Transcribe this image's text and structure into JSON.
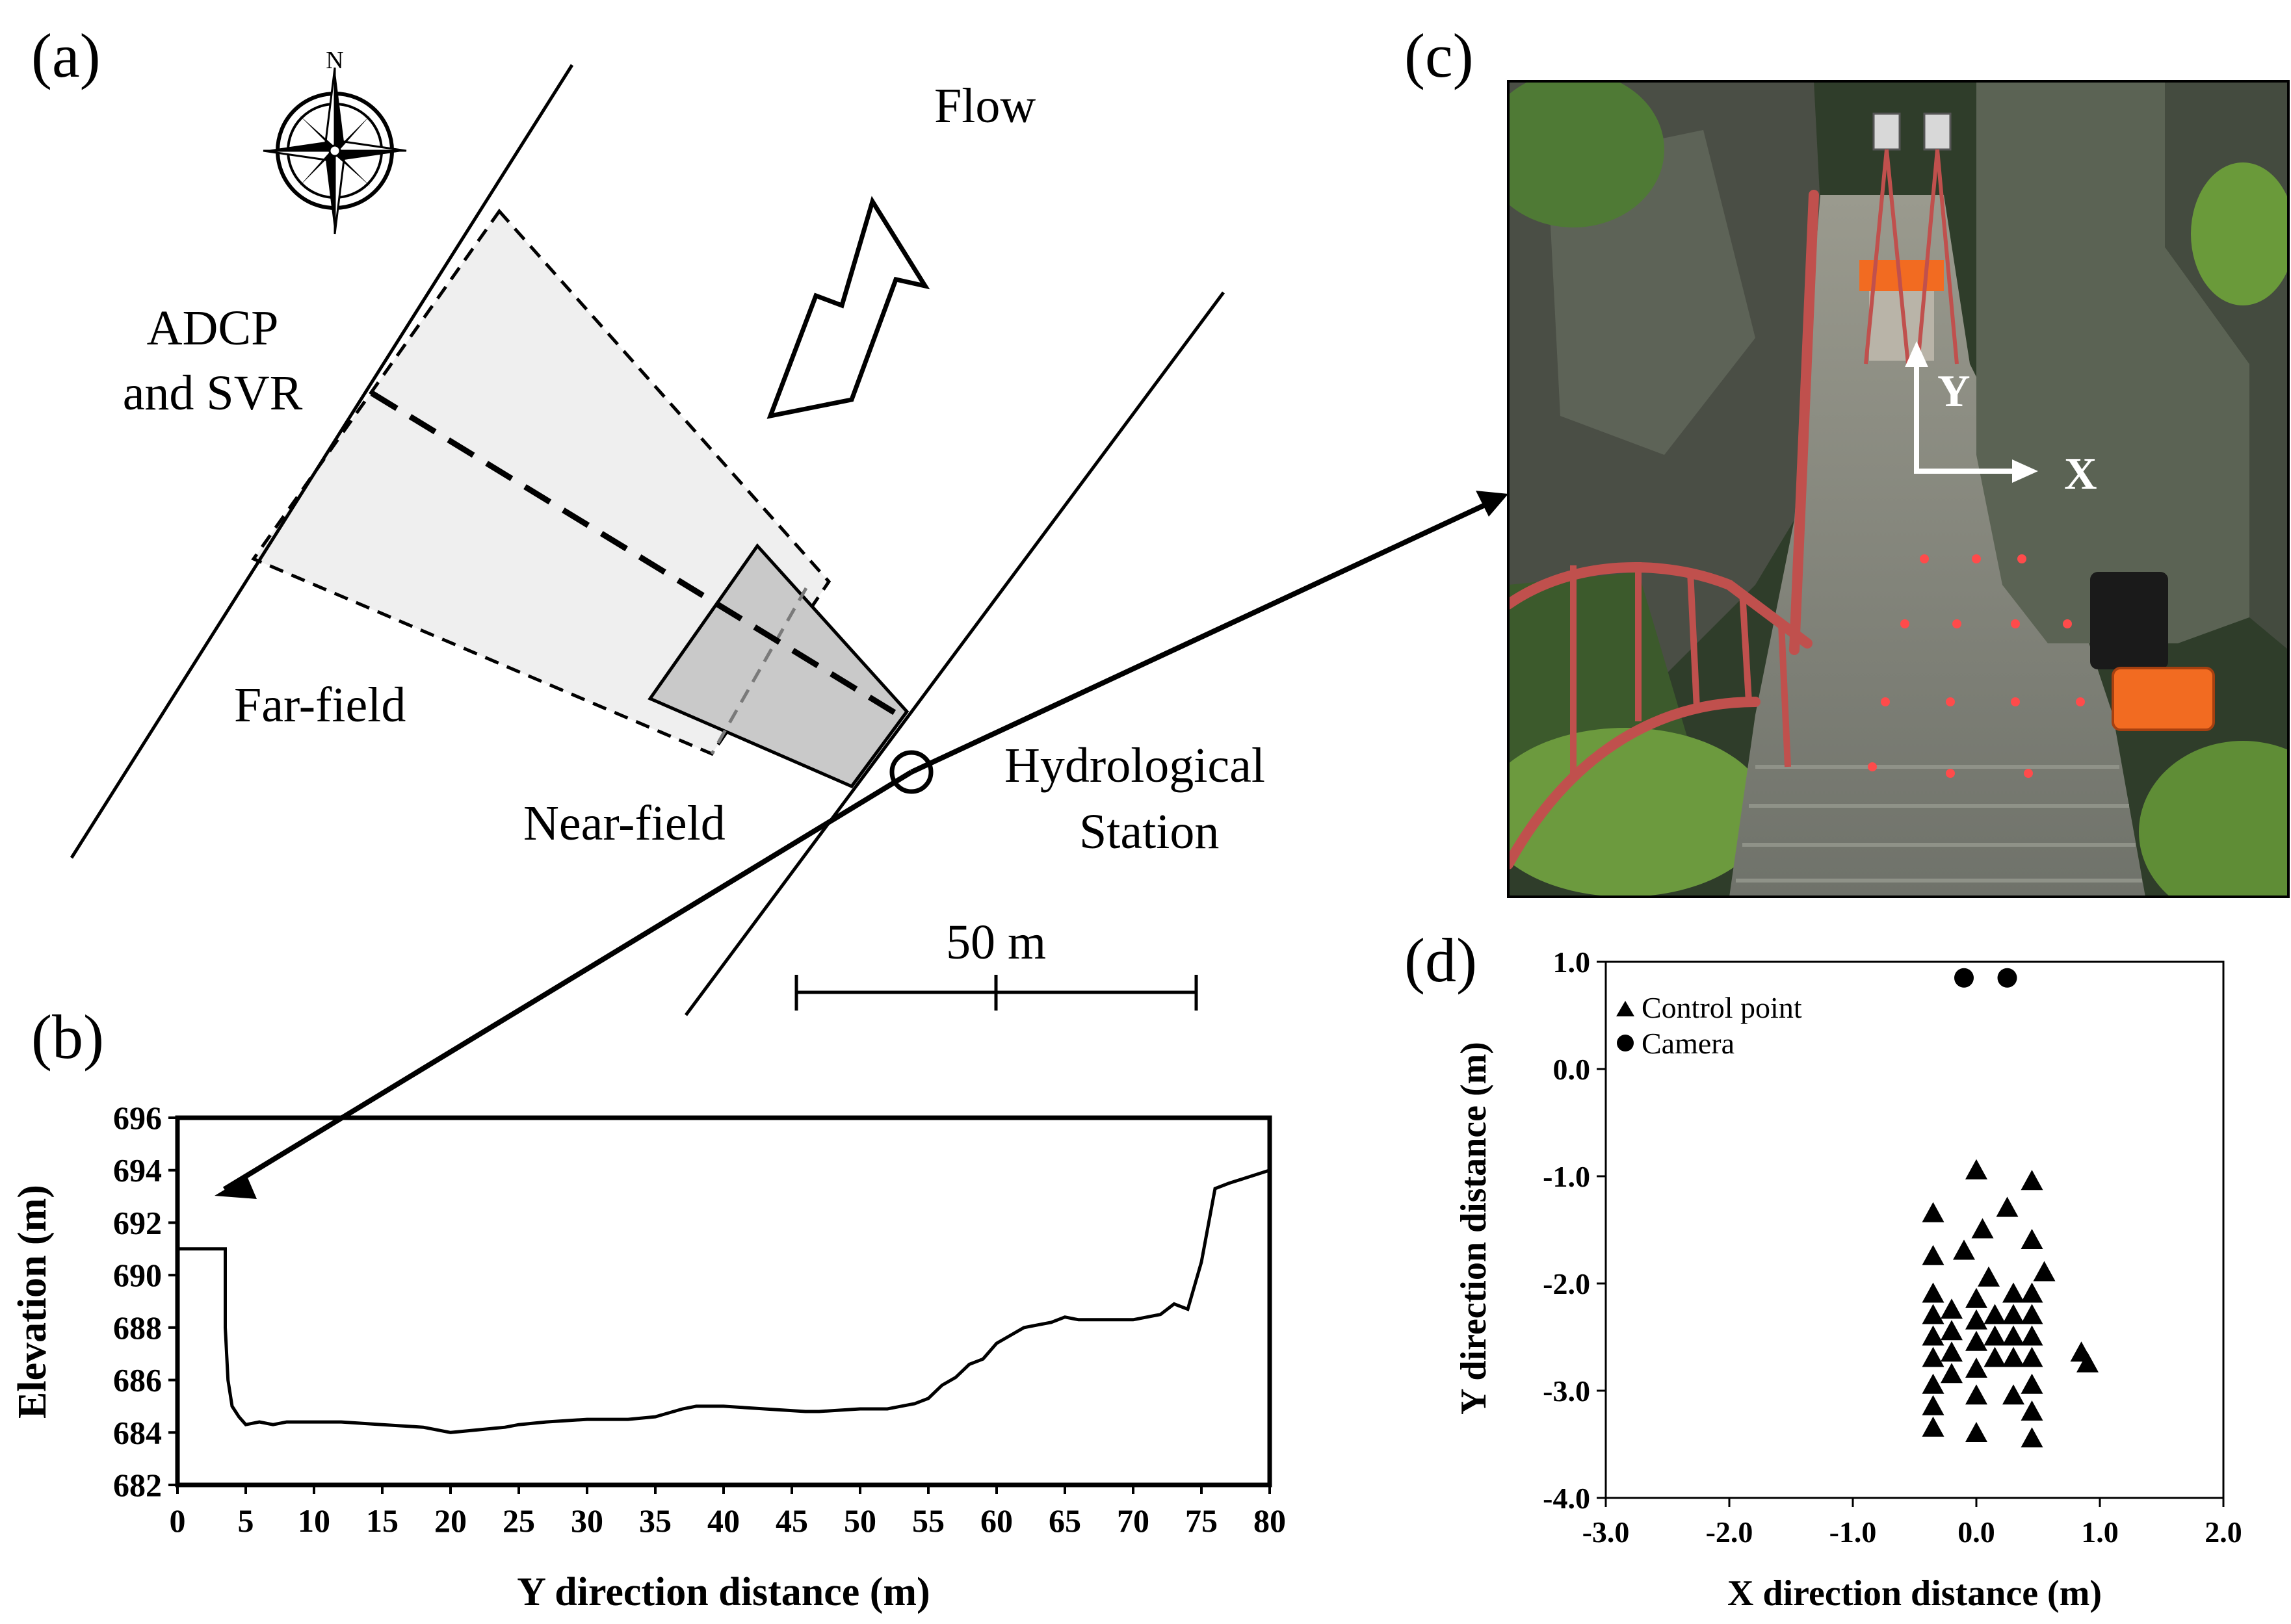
{
  "panels": {
    "a": {
      "label": "(a)",
      "compass": "N",
      "flow": "Flow",
      "adcp_line1": "ADCP",
      "adcp_line2": "and SVR",
      "far_field": "Far-field",
      "near_field": "Near-field",
      "station_line1": "Hydrological",
      "station_line2": "Station",
      "scale": "50 m"
    },
    "b": {
      "label": "(b)"
    },
    "c": {
      "label": "(c)",
      "axis_x": "X",
      "axis_y": "Y"
    },
    "d": {
      "label": "(d)"
    }
  },
  "colors": {
    "far_field_fill": "#efefef",
    "near_field_fill": "#c9c9c9",
    "rail": "#c0504d",
    "case": "#f26b21"
  },
  "chart_data": [
    {
      "type": "line",
      "xlabel": "Y direction distance (m)",
      "ylabel": "Elevation (m)",
      "xlim": [
        0,
        80
      ],
      "ylim": [
        682,
        696
      ],
      "xticks": [
        0,
        5,
        10,
        15,
        20,
        25,
        30,
        35,
        40,
        45,
        50,
        55,
        60,
        65,
        70,
        75,
        80
      ],
      "yticks": [
        682,
        684,
        686,
        688,
        690,
        692,
        694,
        696
      ],
      "x": [
        0,
        3.5,
        3.5,
        3.7,
        4,
        4.5,
        5,
        6,
        7,
        8,
        10,
        12,
        15,
        18,
        20,
        22,
        24,
        25,
        27,
        30,
        33,
        35,
        37,
        38,
        40,
        43,
        46,
        47,
        50,
        52,
        54,
        55,
        56,
        57,
        58,
        59,
        60,
        61,
        62,
        63,
        64,
        65,
        66,
        67,
        68,
        70,
        72,
        73,
        74,
        75,
        76,
        77,
        80
      ],
      "y": [
        691,
        691,
        688,
        686,
        685,
        684.6,
        684.3,
        684.4,
        684.3,
        684.4,
        684.4,
        684.4,
        684.3,
        684.2,
        684.0,
        684.1,
        684.2,
        684.3,
        684.4,
        684.5,
        684.5,
        684.6,
        684.9,
        685.0,
        685.0,
        684.9,
        684.8,
        684.8,
        684.9,
        684.9,
        685.1,
        685.3,
        685.8,
        686.1,
        686.6,
        686.8,
        687.4,
        687.7,
        688.0,
        688.1,
        688.2,
        688.4,
        688.3,
        688.3,
        688.3,
        688.3,
        688.5,
        688.9,
        688.7,
        690.5,
        693.3,
        693.5,
        694.0
      ]
    },
    {
      "type": "scatter",
      "xlabel": "X direction distance  (m)",
      "ylabel": "Y direction distance (m)",
      "xlim": [
        -3.0,
        2.0
      ],
      "ylim": [
        -4.0,
        1.0
      ],
      "xticks": [
        "-3.0",
        "-2.0",
        "-1.0",
        "0.0",
        "1.0",
        "2.0"
      ],
      "yticks": [
        "1.0",
        "0.0",
        "-1.0",
        "-2.0",
        "-3.0",
        "-4.0"
      ],
      "legend": [
        "Control point",
        "Camera"
      ],
      "series": [
        {
          "name": "Control point",
          "points": [
            [
              -0.35,
              -1.35
            ],
            [
              -0.35,
              -1.75
            ],
            [
              -0.35,
              -2.1
            ],
            [
              -0.35,
              -2.3
            ],
            [
              -0.35,
              -2.5
            ],
            [
              -0.35,
              -2.7
            ],
            [
              -0.35,
              -2.95
            ],
            [
              -0.35,
              -3.15
            ],
            [
              -0.35,
              -3.35
            ],
            [
              -0.2,
              -2.25
            ],
            [
              -0.2,
              -2.45
            ],
            [
              -0.2,
              -2.65
            ],
            [
              -0.2,
              -2.85
            ],
            [
              -0.1,
              -1.7
            ],
            [
              0,
              -0.95
            ],
            [
              0,
              -2.15
            ],
            [
              0,
              -2.35
            ],
            [
              0,
              -2.55
            ],
            [
              0,
              -2.8
            ],
            [
              0,
              -3.05
            ],
            [
              0,
              -3.4
            ],
            [
              0.05,
              -1.5
            ],
            [
              0.1,
              -1.95
            ],
            [
              0.15,
              -2.3
            ],
            [
              0.15,
              -2.5
            ],
            [
              0.15,
              -2.7
            ],
            [
              0.25,
              -1.3
            ],
            [
              0.3,
              -2.1
            ],
            [
              0.3,
              -2.3
            ],
            [
              0.3,
              -2.5
            ],
            [
              0.3,
              -2.7
            ],
            [
              0.3,
              -3.05
            ],
            [
              0.45,
              -1.05
            ],
            [
              0.45,
              -1.6
            ],
            [
              0.45,
              -2.1
            ],
            [
              0.45,
              -2.3
            ],
            [
              0.45,
              -2.5
            ],
            [
              0.45,
              -2.7
            ],
            [
              0.45,
              -2.95
            ],
            [
              0.45,
              -3.2
            ],
            [
              0.45,
              -3.45
            ],
            [
              0.55,
              -1.9
            ],
            [
              0.85,
              -2.65
            ],
            [
              0.9,
              -2.75
            ]
          ]
        },
        {
          "name": "Camera",
          "points": [
            [
              -0.1,
              0.85
            ],
            [
              0.25,
              0.85
            ]
          ]
        }
      ]
    }
  ]
}
